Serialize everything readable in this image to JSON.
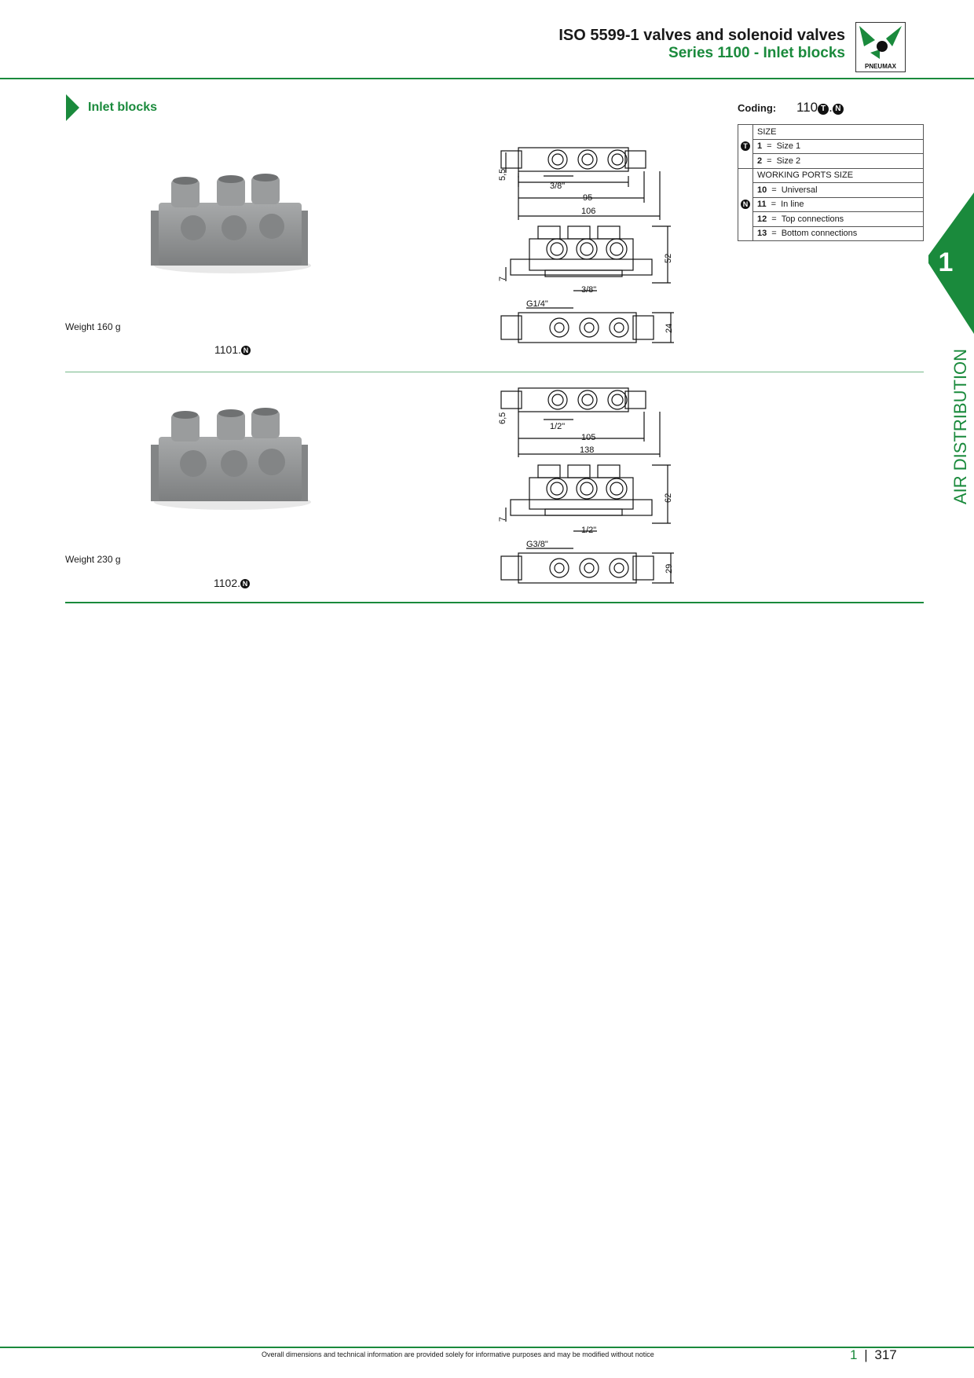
{
  "header": {
    "title": "ISO 5599-1 valves and solenoid valves",
    "subtitle": "Series 1100 - Inlet blocks",
    "logo_text": "PNEUMAX"
  },
  "section": {
    "title": "Inlet blocks"
  },
  "coding": {
    "label": "Coding:",
    "prefix": "110",
    "sym_t": "T",
    "dot": ".",
    "sym_n": "N"
  },
  "coding_table": {
    "size_header": "SIZE",
    "size_rows": [
      {
        "code": "1",
        "eq": "=",
        "text": "Size 1"
      },
      {
        "code": "2",
        "eq": "=",
        "text": "Size 2"
      }
    ],
    "ports_header": "WORKING PORTS SIZE",
    "ports_rows": [
      {
        "code": "10",
        "eq": "=",
        "text": "Universal"
      },
      {
        "code": "11",
        "eq": "=",
        "text": "In line"
      },
      {
        "code": "12",
        "eq": "=",
        "text": "Top connections"
      },
      {
        "code": "13",
        "eq": "=",
        "text": "Bottom connections"
      }
    ]
  },
  "products": [
    {
      "weight": "Weight 160 g",
      "code": "1101.",
      "dims": {
        "a": "5,5",
        "b": "3/8\"",
        "c": "95",
        "d": "106",
        "e": "52",
        "f": "7",
        "g": "3/8\"",
        "h": "G1/4\"",
        "i": "24"
      }
    },
    {
      "weight": "Weight 230 g",
      "code": "1102.",
      "dims": {
        "a": "6,5",
        "b": "1/2\"",
        "c": "105",
        "d": "138",
        "e": "62",
        "f": "7",
        "g": "1/2\"",
        "h": "G3/8\"",
        "i": "29"
      }
    }
  ],
  "side_tab": {
    "number": "1",
    "text": "AIR DISTRIBUTION"
  },
  "footer": {
    "note": "Overall dimensions and technical information are provided solely for informative purposes and may be modified without notice",
    "chapter": "1",
    "sep": "|",
    "page": "317"
  },
  "colors": {
    "accent": "#1a8a3c",
    "text": "#1a1a1a"
  }
}
